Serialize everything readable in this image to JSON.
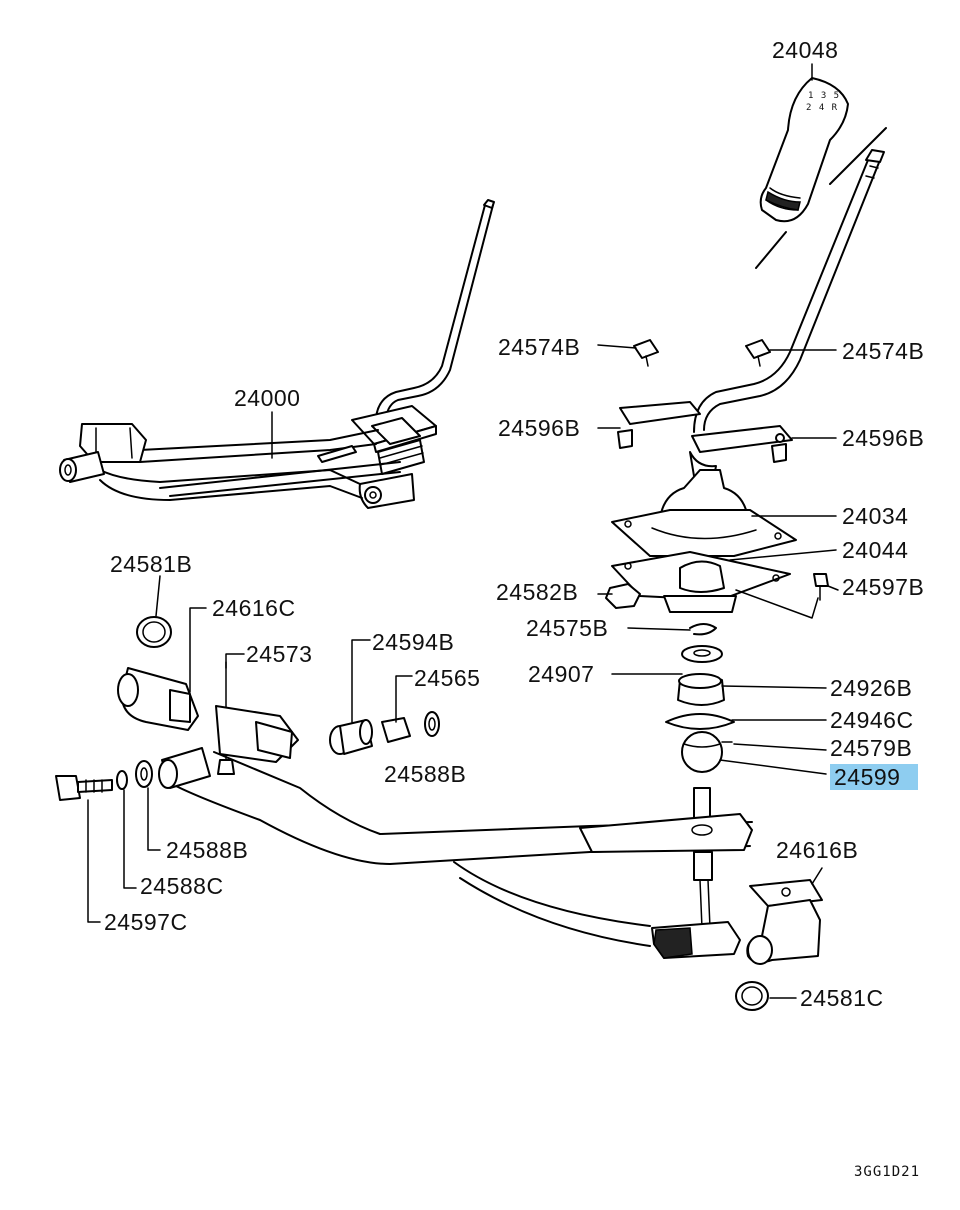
{
  "labels": {
    "l24048": "24048",
    "l24574B_left": "24574B",
    "l24574B_right": "24574B",
    "l24000": "24000",
    "l24596B_left": "24596B",
    "l24596B_right": "24596B",
    "l24034": "24034",
    "l24044": "24044",
    "l24581B": "24581B",
    "l24582B": "24582B",
    "l24597B": "24597B",
    "l24616C": "24616C",
    "l24575B": "24575B",
    "l24573": "24573",
    "l24594B": "24594B",
    "l24565": "24565",
    "l24907": "24907",
    "l24926B": "24926B",
    "l24946C": "24946C",
    "l24588B_right": "24588B",
    "l24579B": "24579B",
    "l24599": "24599",
    "l24588B_bottom": "24588B",
    "l24588C": "24588C",
    "l24616B": "24616B",
    "l24597C": "24597C",
    "l24581C": "24581C"
  },
  "highlight": {
    "part": "24599",
    "color": "#8ecdf0"
  },
  "diagram_code": "3GG1D21"
}
